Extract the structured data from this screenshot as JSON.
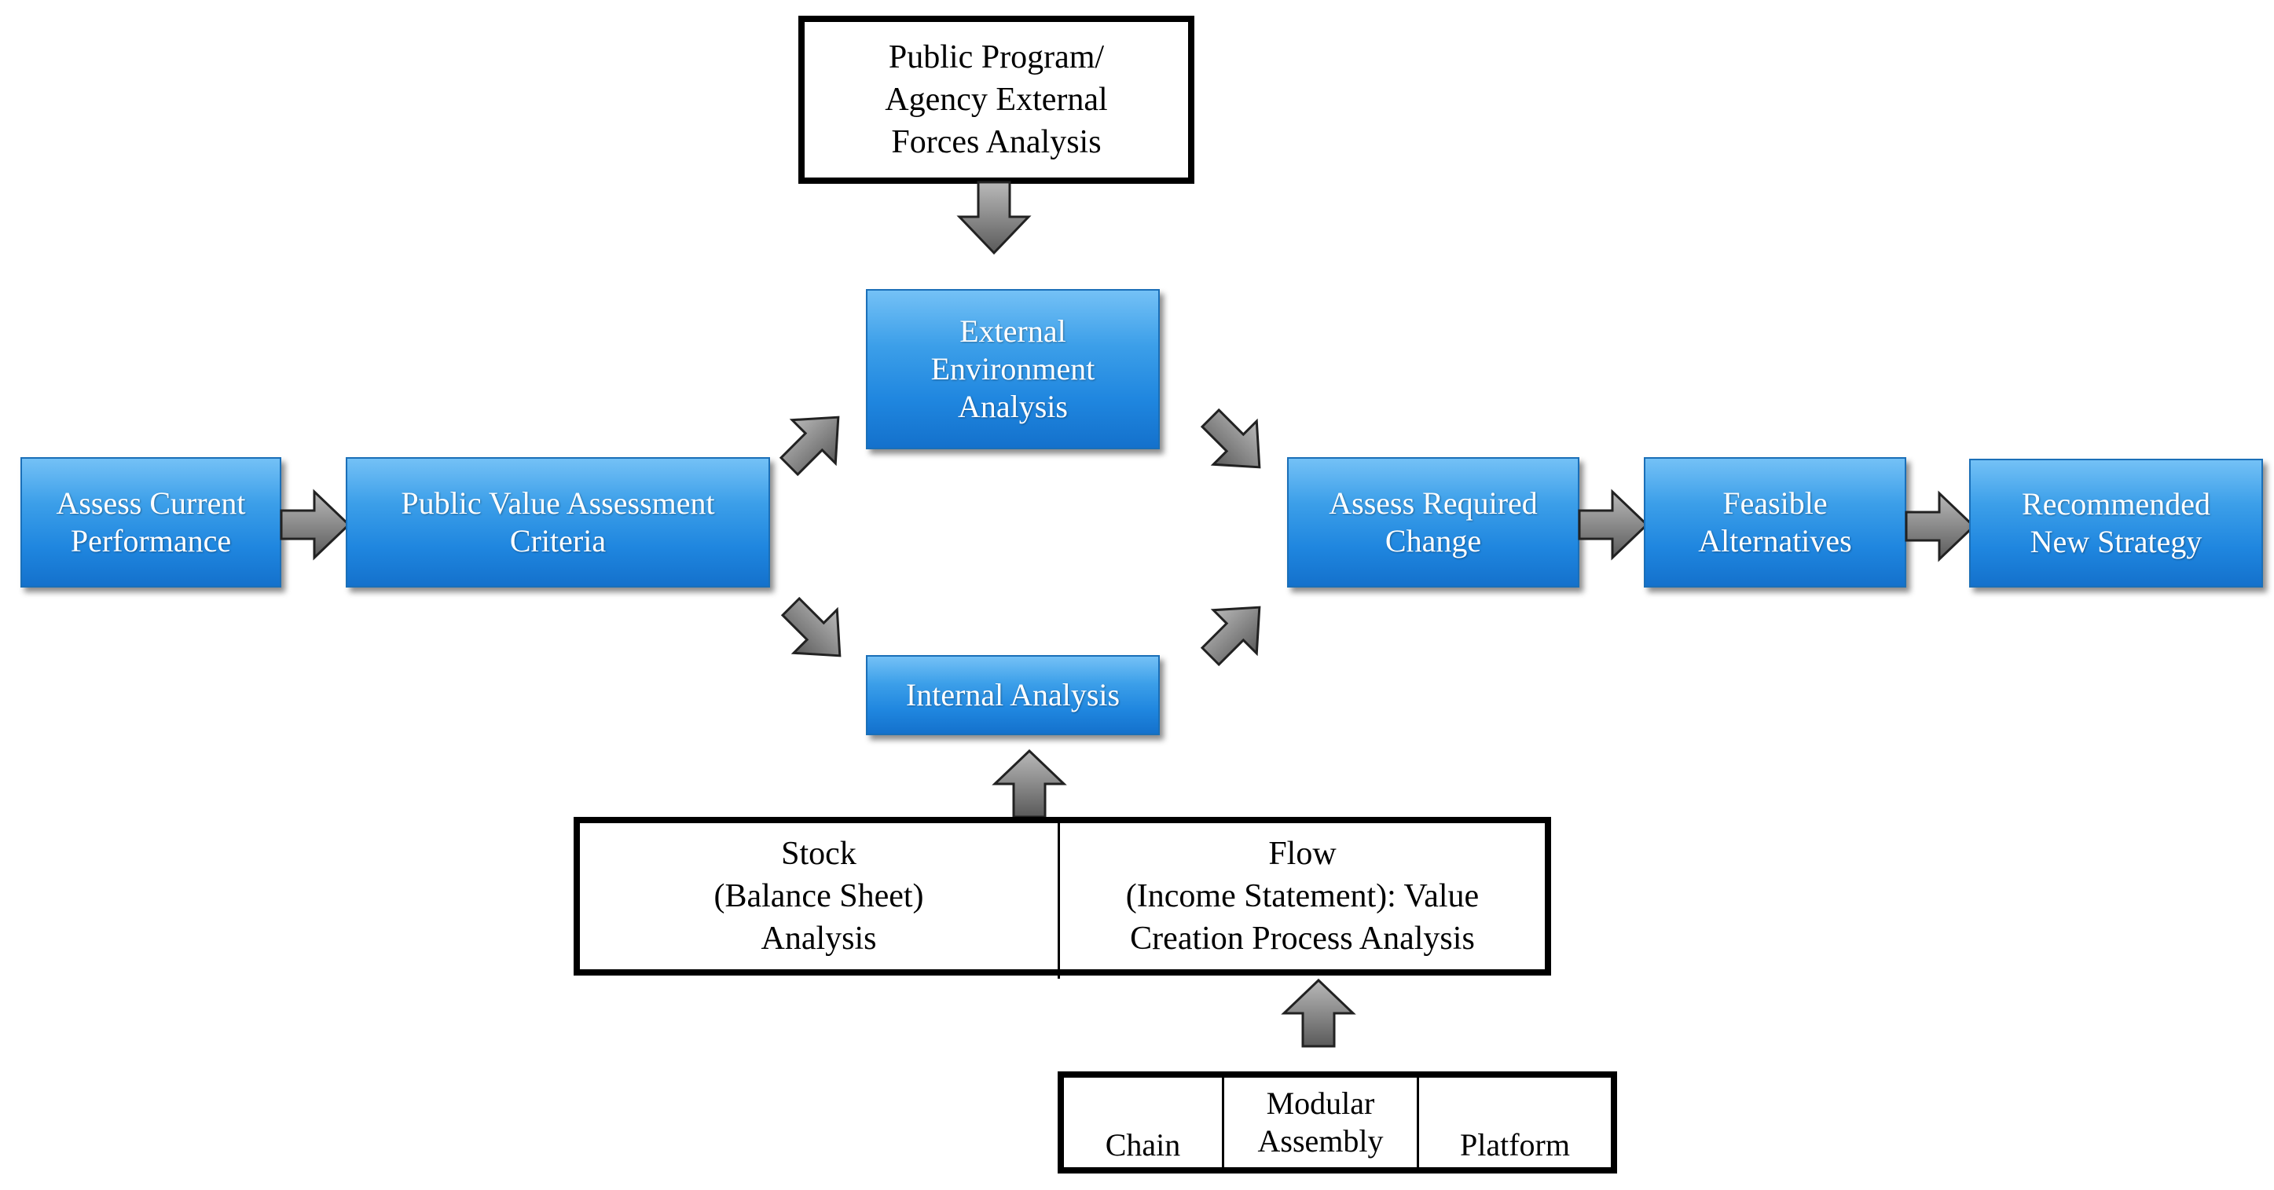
{
  "external_forces": "Public Program/\nAgency External\nForces Analysis",
  "external_environment": "External\nEnvironment\nAnalysis",
  "assess_current": "Assess Current\nPerformance",
  "public_value": "Public Value Assessment\nCriteria",
  "internal_analysis": "Internal Analysis",
  "assess_required": "Assess Required\nChange",
  "feasible_alternatives": "Feasible\nAlternatives",
  "recommended_strategy": "Recommended\nNew Strategy",
  "stock": "Stock\n(Balance Sheet)\nAnalysis",
  "flow": "Flow\n(Income Statement): Value\nCreation Process Analysis",
  "chain": "Chain",
  "modular_assembly": "Modular\nAssembly",
  "platform": "Platform",
  "colors": {
    "box_blue": "#2a8fe2",
    "arrow_gray": "#8a8a8a",
    "border_black": "#000000"
  }
}
